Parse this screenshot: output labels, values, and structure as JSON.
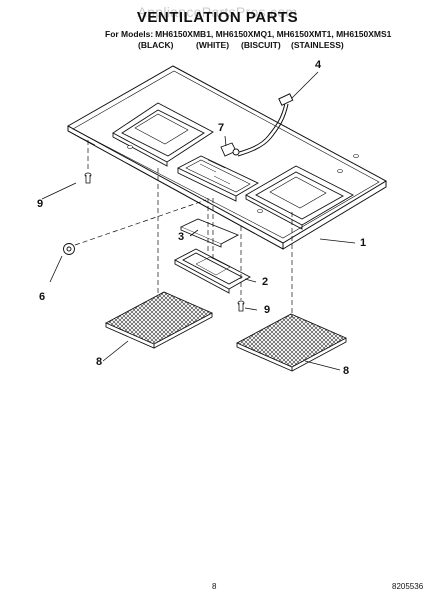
{
  "watermark": "AppliancePartsPros.com",
  "title": "VENTILATION PARTS",
  "models": {
    "lead": "For Models:",
    "list": "MH6150XMB1, MH6150XMQ1, MH6150XMT1, MH6150XMS1"
  },
  "colors": [
    "(BLACK)",
    "(WHITE)",
    "(BISCUIT)",
    "(STAINLESS)"
  ],
  "callouts": {
    "c1": "1",
    "c2": "2",
    "c3": "3",
    "c4": "4",
    "c6": "6",
    "c7": "7",
    "c8a": "8",
    "c8b": "8",
    "c9a": "9",
    "c9b": "9"
  },
  "footer": {
    "page": "8",
    "doc": "8205536"
  }
}
